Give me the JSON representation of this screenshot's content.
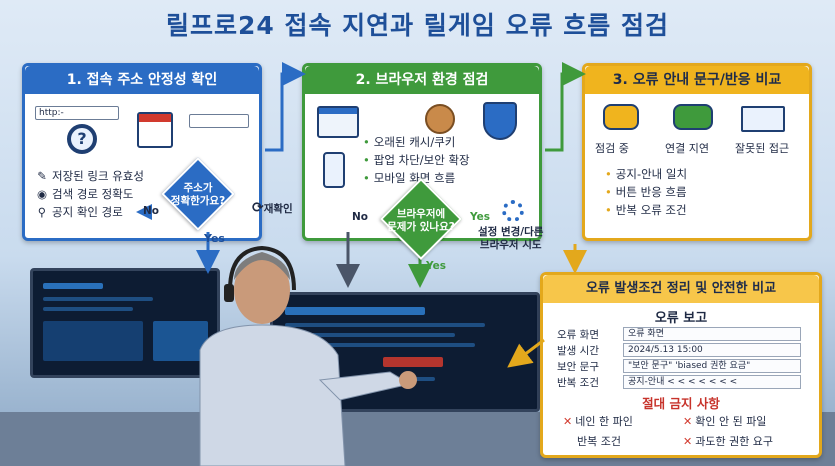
{
  "title": "릴프로24 접속 지연과 릴게임 오류 흐름 점검",
  "step1": {
    "header": "1. 접속 주소 안정성 확인",
    "url_text": "http:-",
    "items": [
      "저장된 링크 유효성",
      "검색 경로 정확도",
      "공지 확인 경로"
    ],
    "decision": "주소가\n정확한가요?",
    "no_label": "No",
    "yes_label": "Yes",
    "recheck_label": "재확인"
  },
  "step2": {
    "header": "2. 브라우저 환경 점검",
    "items": [
      "오래된 캐시/쿠키",
      "팝업 차단/보안 확장",
      "모바일 화면 흐름"
    ],
    "decision": "브라우저에\n문제가 있나요?",
    "no_label": "No",
    "yes_label": "Yes",
    "yes_label_2": "Yes",
    "settings_label": "설정 변경/다른\n브라우저 시도"
  },
  "step3": {
    "header": "3. 오류 안내 문구/반응 비교",
    "icons": [
      "점검 중",
      "연결 지연",
      "잘못된 접근"
    ],
    "items": [
      "공지-안내 일치",
      "버튼 반응 흐름",
      "반복 오류 조건"
    ]
  },
  "step4": {
    "header": "오류 발생조건 정리 및 안전한 비교",
    "report_title": "오류 보고",
    "fields": [
      {
        "label": "오류 화면",
        "value": "오류 화면"
      },
      {
        "label": "발생 시간",
        "value": "2024/5.13 15:00"
      },
      {
        "label": "보안 문구",
        "value": "\"보안 문구\" 'biased 권한 요금\""
      },
      {
        "label": "반복 조건",
        "value": "공지-안내 < < < < < < <"
      }
    ],
    "forbidden_title": "절대 금지 사항",
    "forbidden": [
      "네인 한 파인",
      "확인 안 된 파일",
      "과도한 권한 요구"
    ],
    "forbidden_sub": "반복 조건"
  },
  "colors": {
    "blue": "#2b6cc4",
    "green": "#3f9a3c",
    "yellow": "#f0b41e",
    "red": "#d23a2e"
  }
}
